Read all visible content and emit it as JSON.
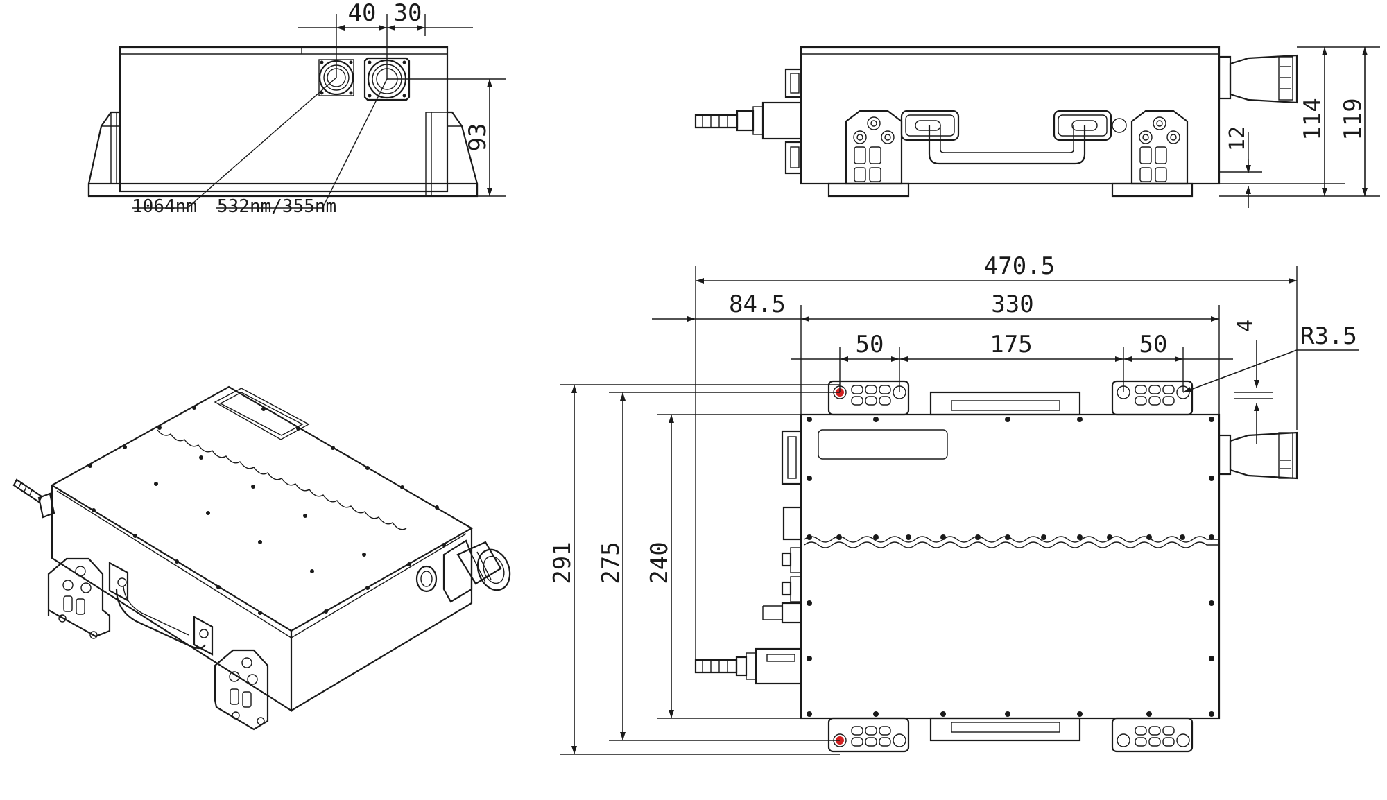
{
  "labels": {
    "wl_1064": "1064nm",
    "wl_532_355": "532nm/355nm"
  },
  "dimensions": {
    "front_40": "40",
    "front_30": "30",
    "front_93": "93",
    "side_114": "114",
    "side_119": "119",
    "side_12": "12",
    "top_470_5": "470.5",
    "top_84_5": "84.5",
    "top_330": "330",
    "top_4": "4",
    "top_r3_5": "R3.5",
    "top_50_left": "50",
    "top_175": "175",
    "top_50_right": "50",
    "top_291": "291",
    "top_275": "275",
    "top_240": "240"
  },
  "colors": {
    "line": "#1a1a1a",
    "hole_highlight": "#d22020",
    "background": "#ffffff"
  }
}
